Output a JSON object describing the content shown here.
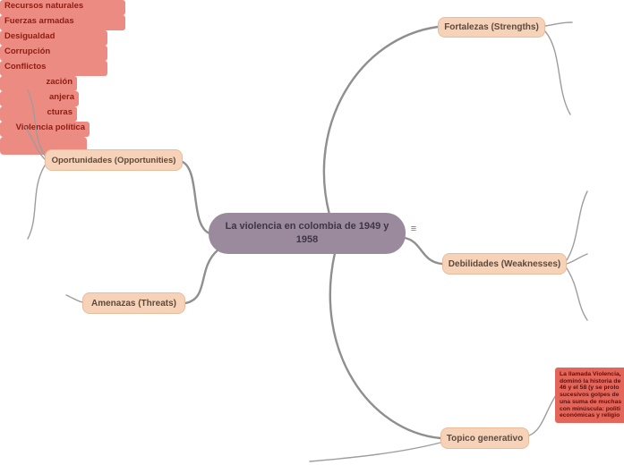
{
  "colors": {
    "canvas_bg": "#ffffff",
    "center_bg": "#9b8a9d",
    "center_text": "#3f3547",
    "branch_bg": "#f6d2b8",
    "branch_border": "#e9bd9c",
    "branch_text": "#5d4a3e",
    "leaf_bg": "#ec8b81",
    "leaf_text": "#8e1d12",
    "note_bg": "#e4665a",
    "note_text": "#5c100b",
    "line_main": "#8f8f8f",
    "line_leaf": "#9d9d9d"
  },
  "icons": {
    "notes": "≡"
  },
  "center": {
    "label": "La violencia en colombia de 1949 y 1958"
  },
  "branches": {
    "fortalezas": {
      "label": "Fortalezas (Strengths)"
    },
    "oportunidades": {
      "label": "Oportunidades (Opportunities)"
    },
    "debilidades": {
      "label": "Debilidades (Weaknesses)"
    },
    "amenazas": {
      "label": "Amenazas (Threats)"
    },
    "topico": {
      "label": "Topico generativo"
    }
  },
  "leaves": {
    "recursos": "Recursos naturales",
    "fuerzas": "Fuerzas armadas",
    "desigualdad": "Desigualdad",
    "corrupcion": "Corrupción",
    "conflictos": "Conflictos",
    "oportunidad_1": "zación",
    "oportunidad_2": "anjera",
    "oportunidad_3": "cturas",
    "violencia_politica": "Violencia política"
  },
  "note": {
    "lines": [
      "La llamada Violencia,",
      "dominó la historia de",
      "46 y el 58 (y se prolo",
      "sucesivos golpes de",
      "una suma de muchas",
      "con minúscula: politi",
      "económicas y religio"
    ]
  }
}
